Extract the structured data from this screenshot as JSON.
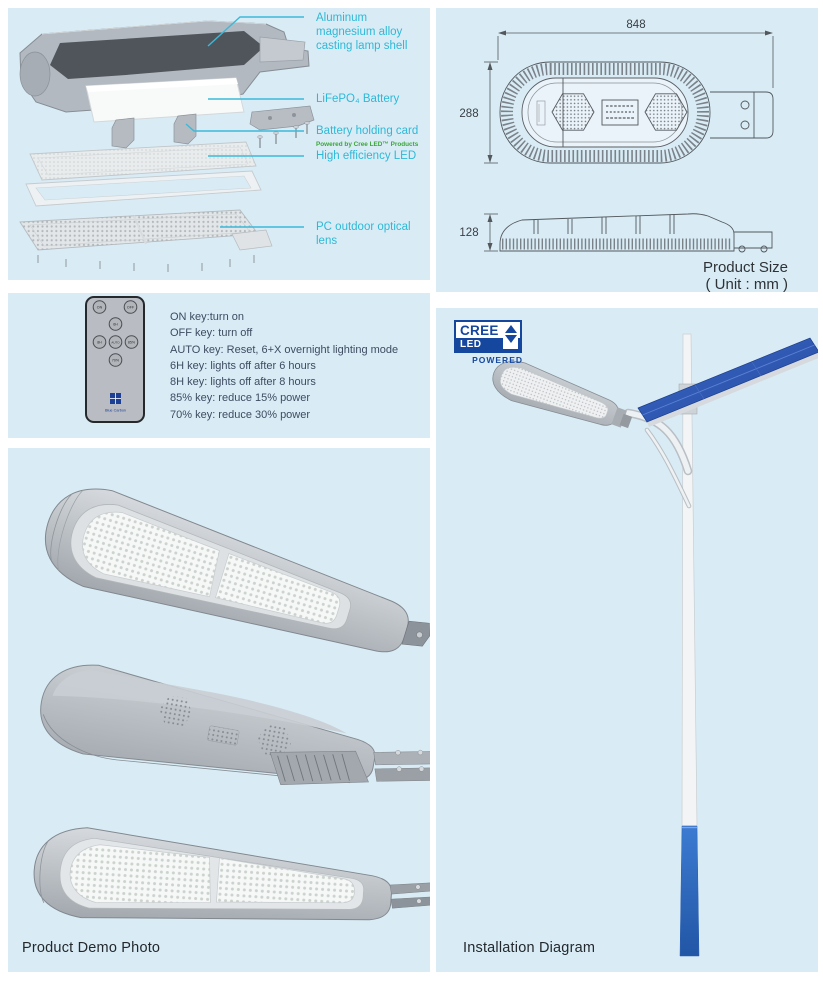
{
  "colors": {
    "panel_bg": "#d9ecf6",
    "accent_cyan": "#2fb8d6",
    "cree_green": "#3aa637",
    "cree_blue": "#15479e",
    "solar_blue": "#2f5cb4",
    "pole_blue": "#3272c8"
  },
  "exploded": {
    "labels": {
      "shell": "Aluminum magnesium alloy casting lamp shell",
      "battery": "LiFePO₄ Battery",
      "holding_card": "Battery holding card",
      "powered_by": "Powered by Cree LED™ Products",
      "led": "High efficiency LED",
      "lens": "PC outdoor optical lens"
    }
  },
  "size": {
    "length_mm": "848",
    "width_mm": "288",
    "height_mm": "128",
    "title": "Product Size",
    "unit": "( Unit : mm )"
  },
  "remote": {
    "buttons": [
      "ON",
      "OFF",
      "6H",
      "8H",
      "AUTO",
      "85%",
      "70%"
    ],
    "brand": "Blue Carbon",
    "instructions": [
      "ON key:turn on",
      "OFF key: turn off",
      "AUTO key: Reset, 6+X overnight lighting mode",
      "6H key: lights off after 6 hours",
      "8H key: lights off after 8 hours",
      "85% key: reduce 15% power",
      "70% key: reduce 30% power"
    ]
  },
  "demo": {
    "caption": "Product Demo Photo"
  },
  "installation": {
    "caption": "Installation Diagram",
    "cree": {
      "brand": "CREE",
      "led": "LED",
      "powered": "POWERED"
    }
  }
}
